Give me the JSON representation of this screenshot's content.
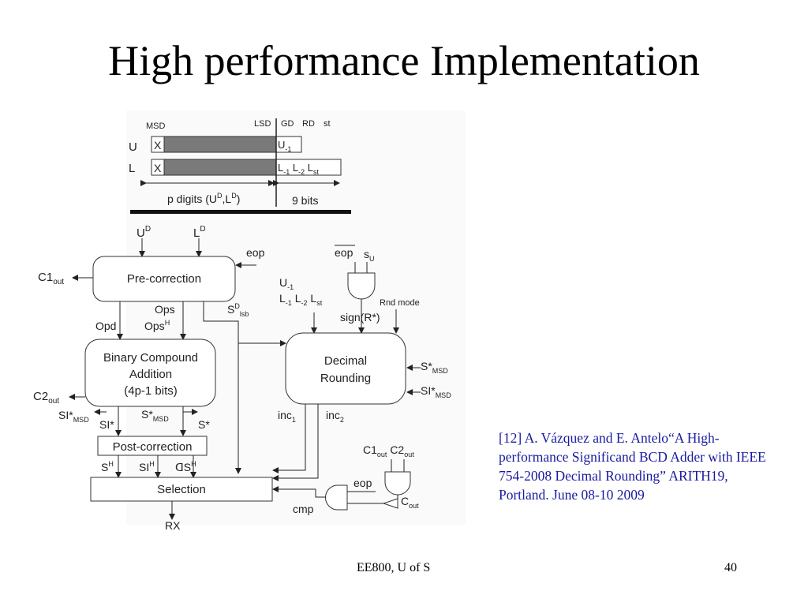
{
  "slide": {
    "title": "High performance Implementation",
    "footer": "EE800, U of S",
    "page_number": "40",
    "reference": "[12] A. Vázquez and E. Antelo“A High-performance Significand BCD Adder with IEEE 754-2008 Decimal Rounding” ARITH19, Portland. June 08-10 2009"
  },
  "diagram": {
    "labels": {
      "msd": "MSD",
      "lsd": "LSD",
      "gd": "GD",
      "rd": "RD",
      "st": "st",
      "u": "U",
      "l": "L",
      "x": "X",
      "u_reg_ext": "U",
      "u_reg_ext_sub": "-1",
      "l_reg_ext": "L",
      "l_reg_ext_sub1": "-1",
      "l_reg_ext_mid": " L",
      "l_reg_ext_sub2": "-2",
      "l_reg_ext_mid2": " L",
      "l_reg_ext_sub3": "st",
      "p_digits": "p digits (U",
      "p_digits_sup1": "D",
      "p_digits_mid": ",L",
      "p_digits_sup2": "D",
      "p_digits_end": ")",
      "nine_bits": "9 bits",
      "ud": "U",
      "ud_sup": "D",
      "ld": "L",
      "ld_sup": "D",
      "eop": "eop",
      "eop_bar": "eop",
      "su": "s",
      "su_sub": "U",
      "c1out": "C1",
      "c1out_sub": "out",
      "c2out": "C2",
      "c2out_sub": "out",
      "pre_correction": "Pre-correction",
      "ops": "Ops",
      "opsh": "Ops",
      "opsh_sup": "H",
      "sd": "S",
      "sd_sup": "D",
      "sd_sub": "lsb",
      "opd": "Opd",
      "u1": "U",
      "u1_sub": "-1",
      "l1": "L",
      "l1_sub": "-1",
      "l2": " L",
      "l2_sub": "-2",
      "lst": " L",
      "lst_sub": "st",
      "sign_r": "sign(R*)",
      "rnd_mode": "Rnd mode",
      "bca_line1": "Binary Compound",
      "bca_line2": "Addition",
      "bca_line3": "(4p-1 bits)",
      "dr_line1": "Decimal",
      "dr_line2": "Rounding",
      "s_msd": "S*",
      "s_msd_sub": "MSD",
      "si_msd": "SI*",
      "si_msd_sub": "MSD",
      "si_star_msd": "SI*",
      "si_star_msd_sub": "MSD",
      "s_star_msd": "S*",
      "s_star_msd_sub": "MSD",
      "si_star": "SI*",
      "s_star": "S*",
      "inc1": "inc",
      "inc1_sub": "1",
      "inc2": "inc",
      "inc2_sub": "2",
      "post_correction": "Post-correction",
      "sh": "S",
      "sh_sup": "H",
      "sih": "SI",
      "sih_sup": "H",
      "ish": "ꓷS",
      "ish_sup": "H",
      "selection": "Selection",
      "rx": "RX",
      "cmp": "cmp",
      "cout": "C",
      "cout_sub": "out",
      "eop2": "eop"
    }
  }
}
